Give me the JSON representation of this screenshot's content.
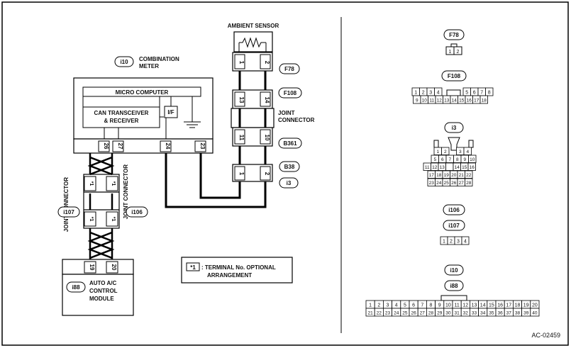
{
  "left": {
    "ambient_sensor": "AMBIENT SENSOR",
    "combination_meter_code": "i10",
    "combination_meter_l1": "COMBINATION",
    "combination_meter_l2": "METER",
    "micro_computer": "MICRO COMPUTER",
    "can_l1": "CAN TRANSCEIVER",
    "can_l2": "& RECEIVER",
    "if_label": "I/F",
    "joint_connector_l1": "JOINT",
    "joint_connector_l2": "CONNECTOR",
    "joint_connector_vertical": "JOINT CONNECTOR",
    "conn_f78": "F78",
    "conn_f108": "F108",
    "conn_b361": "B361",
    "conn_b38": "B38",
    "conn_i3": "i3",
    "conn_i107": "i107",
    "conn_i106": "i106",
    "conn_i88": "i88",
    "module_l1": "AUTO A/C",
    "module_l2": "CONTROL",
    "module_l3": "MODULE",
    "legend_symbol": "*1",
    "legend_l1": ": TERMINAL No. OPTIONAL",
    "legend_l2": "ARRANGEMENT",
    "pins": {
      "f78_left": "1",
      "f78_right": "2",
      "f108_left": "13",
      "f108_right": "14",
      "b361_left": "11",
      "b361_right": "10",
      "b38_left": "1",
      "b38_right": "2",
      "meter_26": "26",
      "meter_27": "27",
      "meter_24": "24",
      "meter_23": "23",
      "star_a": "*1",
      "star_b": "*1",
      "star_c": "*1",
      "star_d": "*1",
      "mod_19": "19",
      "mod_20": "20"
    }
  },
  "right": {
    "f78": {
      "label": "F78",
      "pins": [
        "1",
        "2"
      ]
    },
    "f108": {
      "label": "F108",
      "row1": [
        "1",
        "2",
        "3",
        "4",
        "",
        "5",
        "6",
        "7",
        "8"
      ],
      "row2": [
        "9",
        "10",
        "11",
        "12",
        "13",
        "14",
        "15",
        "16",
        "17",
        "18"
      ]
    },
    "i3": {
      "label": "i3",
      "r1": [
        "1",
        "2",
        "",
        "3",
        "4"
      ],
      "r2": [
        "5",
        "6",
        "7",
        "8",
        "9",
        "10"
      ],
      "r3": [
        "11",
        "12",
        "13",
        "",
        "14",
        "15",
        "16"
      ],
      "r4": [
        "17",
        "18",
        "19",
        "20",
        "21",
        "22"
      ],
      "r5": [
        "23",
        "24",
        "25",
        "26",
        "27",
        "28"
      ]
    },
    "i106_label": "i106",
    "i107_label": "i107",
    "i106_pins": [
      "1",
      "2",
      "3",
      "4"
    ],
    "i10_label": "i10",
    "i88_label": "i88",
    "big_row1": [
      "1",
      "2",
      "3",
      "4",
      "5",
      "6",
      "7",
      "8",
      "9",
      "10",
      "11",
      "12",
      "13",
      "14",
      "15",
      "16",
      "17",
      "18",
      "19",
      "20"
    ],
    "big_row2": [
      "21",
      "22",
      "23",
      "24",
      "25",
      "26",
      "27",
      "28",
      "29",
      "30",
      "31",
      "32",
      "33",
      "34",
      "35",
      "36",
      "37",
      "38",
      "39",
      "40"
    ]
  },
  "figure_id": "AC-02459"
}
